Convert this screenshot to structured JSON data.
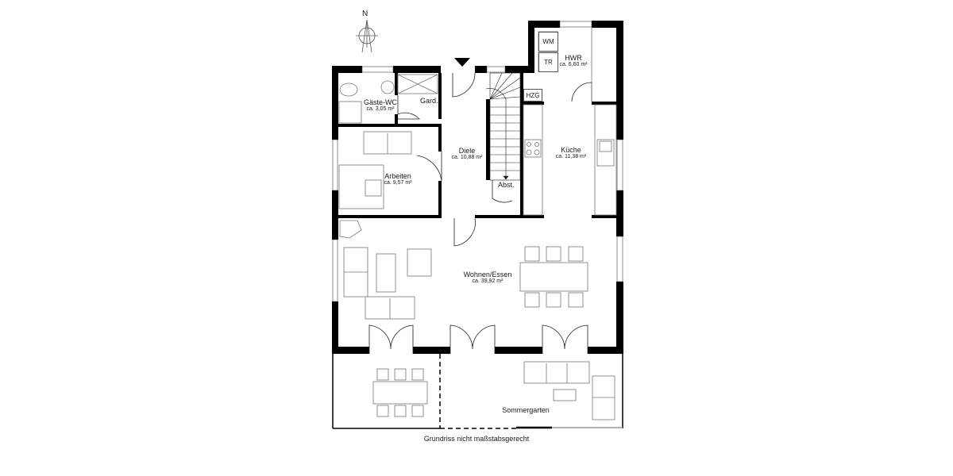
{
  "compass": {
    "label": "N"
  },
  "rooms": {
    "gaeste_wc": {
      "name": "Gäste-WC",
      "area": "ca. 3,05 m²"
    },
    "garderobe": {
      "name": "Gard."
    },
    "hwr": {
      "name": "HWR",
      "area": "ca. 6,60 m²"
    },
    "diele": {
      "name": "Diele",
      "area": "ca. 10,88 m²"
    },
    "arbeiten": {
      "name": "Arbeiten",
      "area": "ca. 9,57 m²"
    },
    "kueche": {
      "name": "Küche",
      "area": "ca. 11,38 m²"
    },
    "abstellraum": {
      "name": "Abst."
    },
    "wohnen_essen": {
      "name": "Wohnen/Essen",
      "area": "ca. 39,92 m²"
    },
    "sommergarten": {
      "name": "Sommergarten"
    }
  },
  "fixtures": {
    "washing_machine": "WM",
    "dryer": "TR",
    "heating": "HZG"
  },
  "footer_note": "Grundriss nicht maßstabsgerecht",
  "colors": {
    "wall": "#000000",
    "furniture": "#777777",
    "background": "#ffffff"
  }
}
